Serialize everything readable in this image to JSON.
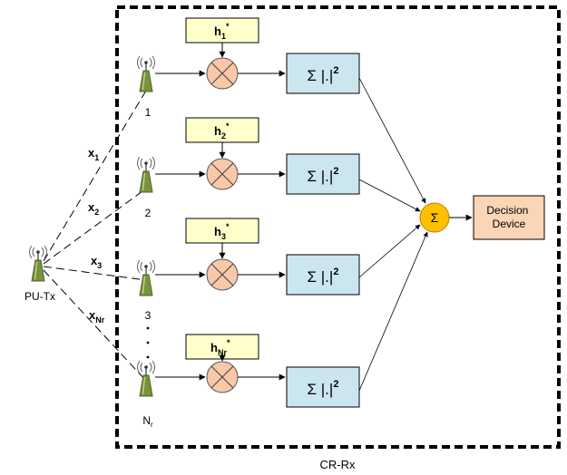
{
  "container_label": "CR-Rx",
  "transmitter_label": "PU-Tx",
  "sum_symbol": "Σ",
  "decision_box": {
    "line1": "Decision",
    "line2": "Device"
  },
  "colors": {
    "conj_box_fill": "#ffffcc",
    "energy_box_fill": "#cce6f0",
    "multiplier_fill": "#f8c8a8",
    "summer_fill": "#ffc000",
    "decision_fill": "#fbd5b5",
    "antenna_fill": "#77933c"
  },
  "branches": [
    {
      "channel_main": "x",
      "channel_sub": "1",
      "conj_main": "h",
      "conj_sub": "1",
      "conj_sup": "*",
      "energy_label": "Σ |.|",
      "energy_sup": "2",
      "antenna_main": "1",
      "antenna_sub": ""
    },
    {
      "channel_main": "x",
      "channel_sub": "2",
      "conj_main": "h",
      "conj_sub": "2",
      "conj_sup": "*",
      "energy_label": "Σ |.|",
      "energy_sup": "2",
      "antenna_main": "2",
      "antenna_sub": ""
    },
    {
      "channel_main": "x",
      "channel_sub": "3",
      "conj_main": "h",
      "conj_sub": "3",
      "conj_sup": "*",
      "energy_label": "Σ |.|",
      "energy_sup": "2",
      "antenna_main": "3",
      "antenna_sub": ""
    },
    {
      "channel_main": "x",
      "channel_sub": "Nr",
      "conj_main": "h",
      "conj_sub": "Nr",
      "conj_sup": "*",
      "energy_label": "Σ |.|",
      "energy_sup": "2",
      "antenna_main": "N",
      "antenna_sub": "r"
    }
  ]
}
